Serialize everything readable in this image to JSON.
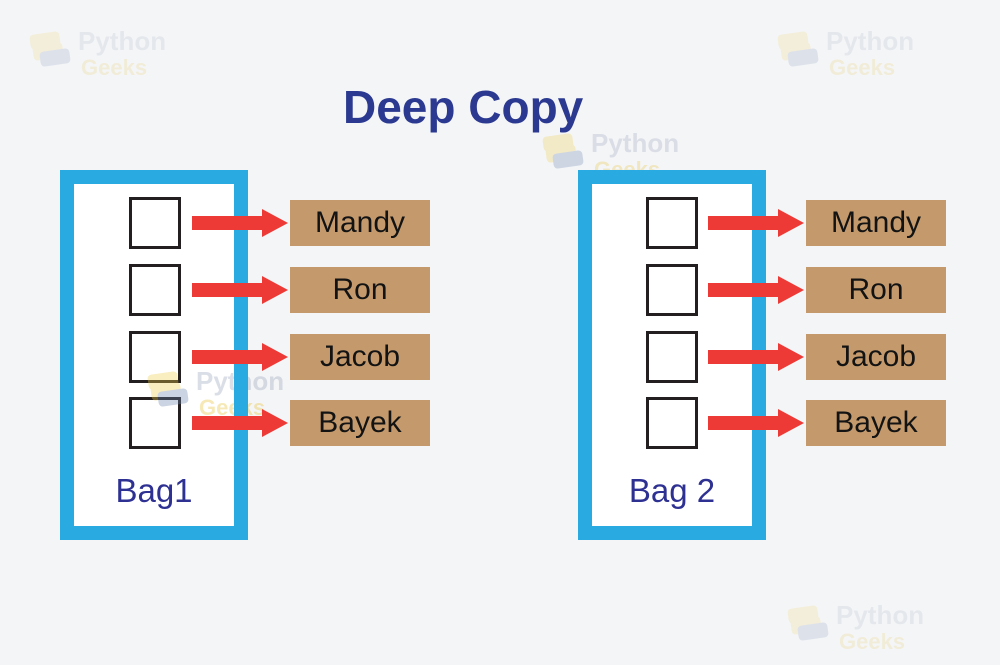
{
  "title": "Deep Copy",
  "watermark": {
    "name": "Python",
    "suffix": "Geeks"
  },
  "bags": [
    {
      "label": "Bag1",
      "slots": [
        "Mandy",
        "Ron",
        "Jacob",
        "Bayek"
      ]
    },
    {
      "label": "Bag 2",
      "slots": [
        "Mandy",
        "Ron",
        "Jacob",
        "Bayek"
      ]
    }
  ],
  "colors": {
    "background": "#f4f5f7",
    "bag_border": "#29abe2",
    "arrow": "#ee3a36",
    "value_box": "#c49a6c",
    "title_text": "#2b3990",
    "bag_label_text": "#2e3192",
    "square_border": "#231f20",
    "value_text": "#131313",
    "wm_text": "#98a3b9",
    "wm_accent": "#e6c235",
    "wm_logo_blue": "#6d86ad",
    "wm_logo_yellow": "#f0cf4a"
  }
}
